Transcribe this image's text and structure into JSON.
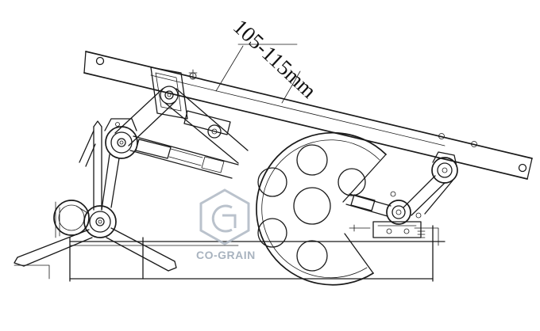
{
  "dimension": {
    "label": "105-115mm"
  },
  "watermark": {
    "text": "CO-GRAIN",
    "logo": "co-grain-logo"
  },
  "colors": {
    "line": "#1a1a1a",
    "background": "#ffffff",
    "watermark": "#9aa6b4"
  }
}
